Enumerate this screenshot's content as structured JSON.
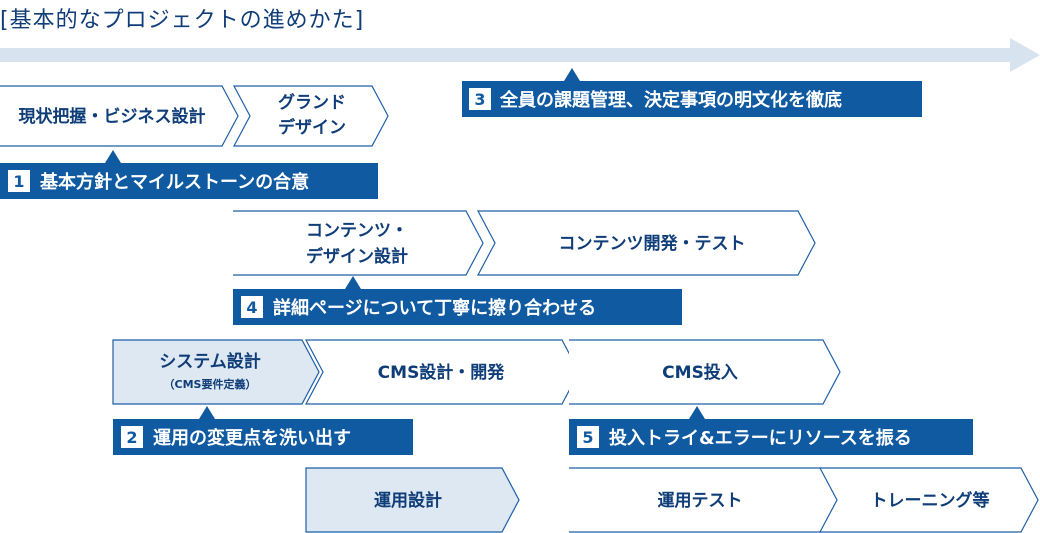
{
  "title": "[基本的なプロジェクトの進めかた]",
  "colors": {
    "navy": "#0f5aa0",
    "navy_dark": "#0a4e8f",
    "outline": "#1e5fa7",
    "light_fill": "#dde8f3",
    "arrow": "#d7e3ef",
    "text": "#0f3d78"
  },
  "steps": {
    "s1": "現状把握・ビジネス設計",
    "s2_line1": "グランド",
    "s2_line2": "デザイン",
    "s3_line1": "コンテンツ・",
    "s3_line2": "デザイン設計",
    "s4": "コンテンツ開発・テスト",
    "s5_line1": "システム設計",
    "s5_line2": "（CMS要件定義）",
    "s6": "CMS設計・開発",
    "s7": "CMS投入",
    "s8": "運用設計",
    "s9": "運用テスト",
    "s10": "トレーニング等"
  },
  "callouts": {
    "c1": {
      "num": "1",
      "text": "基本方針とマイルストーンの合意"
    },
    "c2": {
      "num": "2",
      "text": "運用の変更点を洗い出す"
    },
    "c3": {
      "num": "3",
      "text": "全員の課題管理、決定事項の明文化を徹底"
    },
    "c4": {
      "num": "4",
      "text": "詳細ページについて丁寧に擦り合わせる"
    },
    "c5": {
      "num": "5",
      "text": "投入トライ&エラーにリソースを振る"
    }
  }
}
